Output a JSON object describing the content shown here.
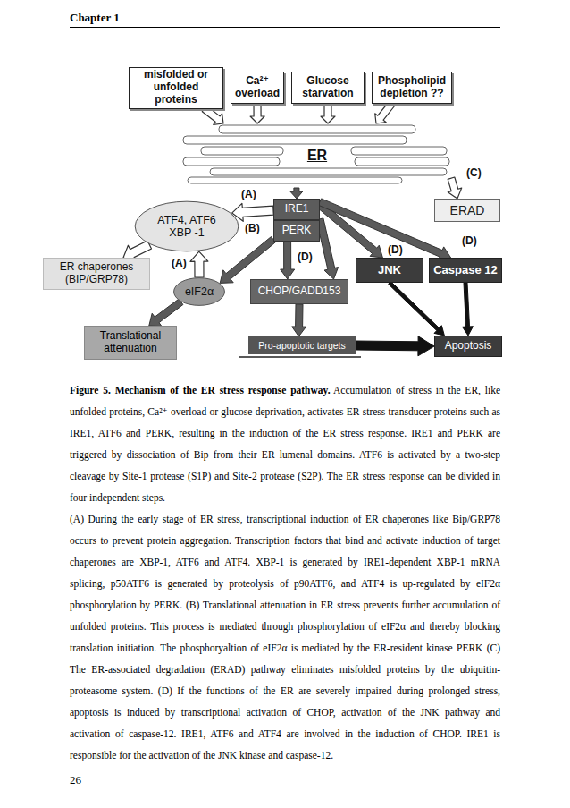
{
  "diagram": {
    "caption": "Figure 5. Mechanism of the ER stress response pathway.",
    "nodes": [
      {
        "text": [
          "misfolded or unfolded proteins"
        ]
      },
      {
        "text": [
          "Ca²⁺ overload"
        ]
      },
      {
        "text": [
          "Glucose starvation"
        ]
      },
      {
        "text": [
          "Phospholipid depletion ??"
        ]
      },
      {
        "text": [
          "ER"
        ]
      },
      {
        "text": [
          "IRE1"
        ]
      },
      {
        "text": [
          "PERK"
        ]
      },
      {
        "text": [
          "ATF4, ATF6 XBP -1"
        ]
      },
      {
        "text": [
          "ERAD"
        ]
      },
      {
        "text": [
          "ER chaperones (BIP/GRP78)"
        ]
      },
      {
        "text": [
          "eIF2α"
        ]
      },
      {
        "text": [
          "CHOP/GADD153"
        ]
      },
      {
        "text": [
          "JNK"
        ]
      },
      {
        "text": [
          "Caspase 12"
        ]
      },
      {
        "text": [
          "Translational attenuation"
        ]
      },
      {
        "text": [
          "Pro-apoptotic targets"
        ]
      },
      {
        "text": [
          "Apoptosis"
        ]
      }
    ],
    "edges": [
      {
        "from": 0,
        "to": 4,
        "arrow": "to"
      },
      {
        "from": 1,
        "to": 4,
        "arrow": "to"
      },
      {
        "from": 2,
        "to": 4,
        "arrow": "to"
      },
      {
        "from": 3,
        "to": 4,
        "arrow": "to"
      },
      {
        "from": 4,
        "to": 5,
        "arrow": "to"
      },
      {
        "from": 4,
        "to": 8,
        "label": "(C)",
        "arrow": "to"
      },
      {
        "from": 5,
        "to": 7,
        "label": "(A)",
        "arrow": "to"
      },
      {
        "from": 7,
        "to": 9,
        "arrow": "to"
      },
      {
        "from": 10,
        "to": 7,
        "label": "(A)",
        "arrow": "to"
      },
      {
        "from": 6,
        "to": 10,
        "label": "(B)",
        "arrow": "to"
      },
      {
        "from": 10,
        "to": 14,
        "arrow": "to"
      },
      {
        "from": 6,
        "to": 11,
        "label": "(D)",
        "arrow": "to"
      },
      {
        "from": 5,
        "to": 11,
        "arrow": "to"
      },
      {
        "from": 5,
        "to": 12,
        "label": "(D)",
        "arrow": "to"
      },
      {
        "from": 5,
        "to": 13,
        "label": "(D)",
        "arrow": "to"
      },
      {
        "from": 11,
        "to": 15,
        "arrow": "to"
      },
      {
        "from": 15,
        "to": 16,
        "arrow": "to"
      },
      {
        "from": 12,
        "to": 16,
        "arrow": "to"
      },
      {
        "from": 13,
        "to": 16,
        "arrow": "to"
      }
    ],
    "labels": [
      "Chapter 1",
      "26",
      "Accumulation of stress in the ER, like unfolded proteins, Ca²⁺ overload or glucose deprivation, activates ER stress transducer proteins such as IRE1, ATF6 and PERK, resulting in the induction of the ER stress response. IRE1 and PERK are triggered by dissociation of Bip from their ER lumenal domains. ATF6 is activated by a two-step cleavage by Site-1 protease (S1P) and Site-2 protease (S2P). The ER stress response can be divided in four independent steps.",
      "(A) During the early stage of ER stress, transcriptional induction of ER chaperones like Bip/GRP78 occurs to prevent protein aggregation. Transcription factors that bind and activate induction of target chaperones are XBP-1, ATF6 and ATF4. XBP-1 is generated by IRE1-dependent XBP-1 mRNA splicing, p50ATF6 is generated by proteolysis of p90ATF6, and ATF4 is up-regulated by eIF2α phosphorylation by PERK. (B) Translational attenuation in ER stress prevents further accumulation of unfolded proteins. This process is mediated through phosphorylation of eIF2α and thereby blocking translation initiation. The phosphoryaltion of eIF2α is mediated by the ER-resident kinase PERK (C) The ER-associated degradation (ERAD) pathway eliminates misfolded proteins by the ubiquitin-proteasome system. (D) If the functions of the ER are severely impaired during prolonged stress, apoptosis is induced by transcriptional activation of CHOP, activation of the JNK pathway and activation of caspase-12. IRE1, ATF6 and ATF4 are involved in the induction of CHOP. IRE1 is responsible for the activation of the JNK kinase and caspase-12."
    ]
  }
}
